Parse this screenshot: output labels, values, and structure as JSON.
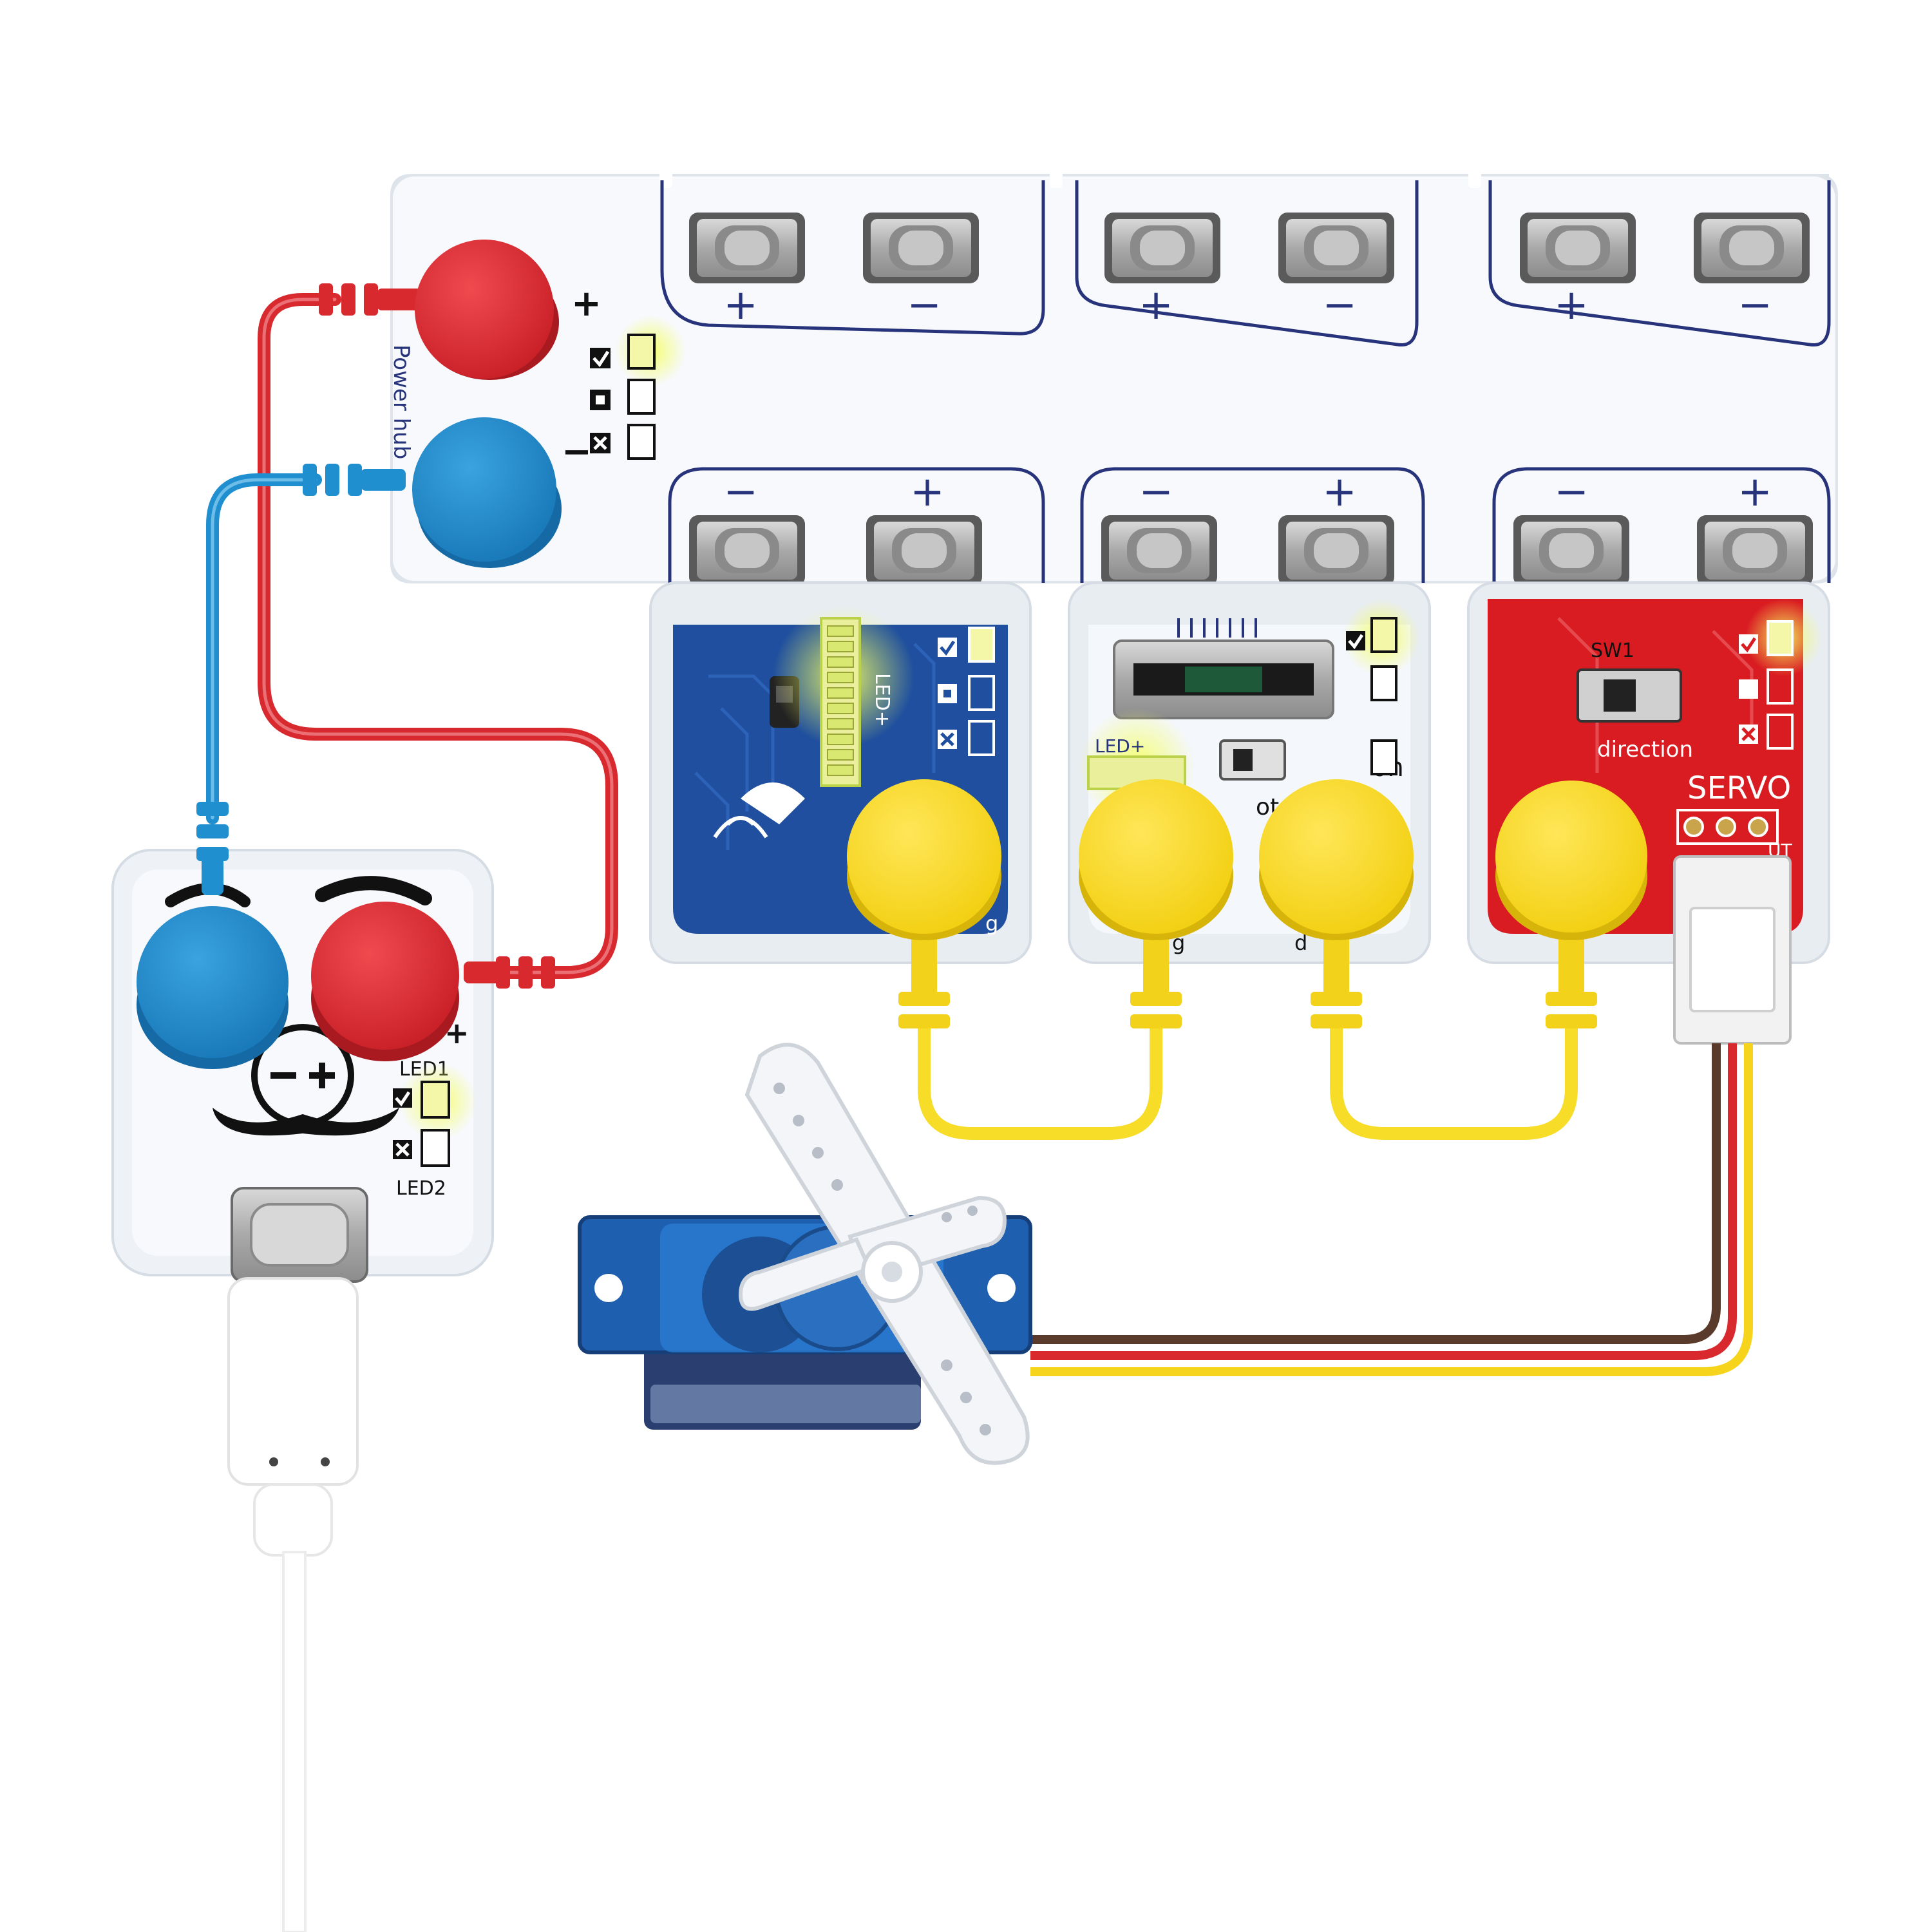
{
  "power_hub": {
    "label": "Power hub",
    "plus_sign": "+",
    "minus_sign": "−"
  },
  "socket_signs": {
    "plus": "+",
    "minus": "−"
  },
  "led_bar_module": {
    "led_label": "LED+",
    "pin_label": "g"
  },
  "slider_module": {
    "led_label": "LED+",
    "on_label": "on",
    "pot_label": "ot",
    "pin_g_label": "g",
    "pin_d_label": "d"
  },
  "servo_driver_module": {
    "switch_label": "SW1",
    "direction_label": "direction",
    "title": "SERVO",
    "out_label": "UT"
  },
  "battery_module": {
    "led1_label": "LED1",
    "led2_label": "LED2",
    "plus_sign": "+"
  },
  "colors": {
    "red_wire": "#d8292f",
    "blue_wire": "#1f8fd0",
    "yellow_wire": "#f7dc28",
    "blue_pcb": "#1f4f9e",
    "red_pcb": "#d91c22",
    "socket_outline": "#27337a",
    "servo_blue": "#1f5fb0"
  },
  "icons": [
    "check-icon",
    "square-icon",
    "cross-icon",
    "wireless-icon",
    "usb-c-icon",
    "face-icon"
  ]
}
